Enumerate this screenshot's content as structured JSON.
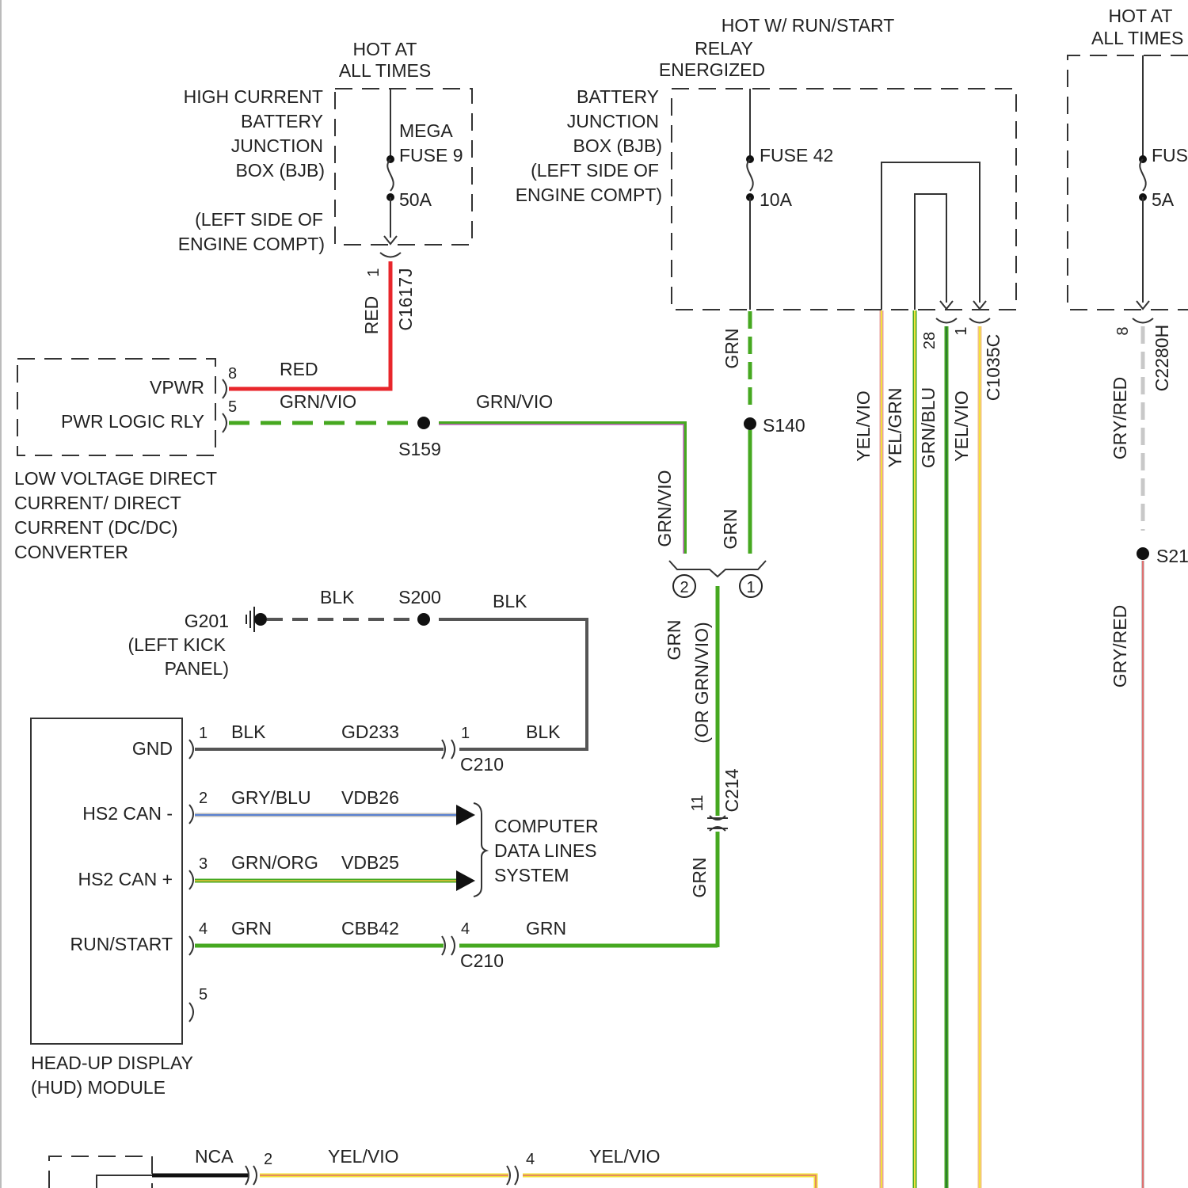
{
  "bjb_left": {
    "hot_label": [
      "HOT AT",
      "ALL TIMES"
    ],
    "box_name": [
      "HIGH CURRENT",
      "BATTERY",
      "JUNCTION",
      "BOX (BJB)"
    ],
    "location": [
      "(LEFT SIDE OF",
      "ENGINE COMPT)"
    ],
    "fuse_name": [
      "MEGA",
      "FUSE 9"
    ],
    "fuse_rating": "50A",
    "pin": "1",
    "connector": "C1617J",
    "wire_color": "RED"
  },
  "bjb_mid": {
    "hot_label": [
      "HOT W/ RUN/START",
      "RELAY",
      "ENERGIZED"
    ],
    "box_name": [
      "BATTERY",
      "JUNCTION",
      "BOX (BJB)"
    ],
    "location": [
      "(LEFT SIDE OF",
      "ENGINE COMPT)"
    ],
    "fuse_name": "FUSE 42",
    "fuse_rating": "10A",
    "pins": [
      "28",
      "1"
    ],
    "connector": "C1035C",
    "wire_grn": "GRN",
    "splice": "S140"
  },
  "bjb_right": {
    "hot_label": [
      "HOT AT",
      "ALL TIMES"
    ],
    "fuse_name": "FUS",
    "fuse_rating": "5A",
    "pin": "8",
    "connector": "C2280H",
    "wire_color": "GRY/RED",
    "splice": "S21"
  },
  "vertical_wires": [
    "YEL/VIO",
    "YEL/GRN",
    "GRN/BLU",
    "YEL/VIO"
  ],
  "dcdc": {
    "pin_top": "8",
    "pin_top_label": "VPWR",
    "pin_bottom": "5",
    "pin_bottom_label": "PWR LOGIC RLY",
    "wire_top": "RED",
    "wire_bottom": "GRN/VIO",
    "name": [
      "LOW VOLTAGE DIRECT",
      "CURRENT/ DIRECT",
      "CURRENT (DC/DC)",
      "CONVERTER"
    ]
  },
  "s159": {
    "label": "S159",
    "wire": "GRN/VIO",
    "drop": "GRN/VIO"
  },
  "junction": {
    "pin2": "2",
    "pin1": "1",
    "left_wire": "GRN",
    "down_wire": "GRN",
    "down_alt": "(OR GRN/VIO)",
    "c214_pin": "11",
    "c214": "C214",
    "below_wire": "GRN"
  },
  "ground": {
    "name": "G201",
    "location": [
      "(LEFT KICK",
      "PANEL)"
    ],
    "wire1": "BLK",
    "splice": "S200",
    "wire2": "BLK"
  },
  "hud": {
    "pins": [
      {
        "label": "GND",
        "num": "1",
        "color": "BLK",
        "circuit": "GD233"
      },
      {
        "label": "HS2 CAN -",
        "num": "2",
        "color": "GRY/BLU",
        "circuit": "VDB26"
      },
      {
        "label": "HS2 CAN +",
        "num": "3",
        "color": "GRN/ORG",
        "circuit": "VDB25"
      },
      {
        "label": "RUN/START",
        "num": "4",
        "color": "GRN",
        "circuit": "CBB42"
      },
      {
        "label": "",
        "num": "5",
        "color": "",
        "circuit": ""
      }
    ],
    "c210_pin_gnd": "1",
    "c210_gnd_wire": "BLK",
    "c210_pin_run": "4",
    "c210_run_wire": "GRN",
    "c210": "C210",
    "cdls": [
      "COMPUTER",
      "DATA LINES",
      "SYSTEM"
    ],
    "name": [
      "HEAD-UP DISPLAY",
      "(HUD) MODULE"
    ]
  },
  "bottom": {
    "nca": "NCA",
    "pin_left": "2",
    "wire_left": "YEL/VIO",
    "pin_right": "4",
    "wire_right": "YEL/VIO"
  },
  "colors": {
    "red": "#e8262b",
    "green": "#46a820",
    "violet": "#c060c0",
    "yellow": "#f2e23a",
    "black": "#555555",
    "blue": "#3a6ed8",
    "gray": "#bdbdbd",
    "darkgreen": "#2e7d32"
  }
}
